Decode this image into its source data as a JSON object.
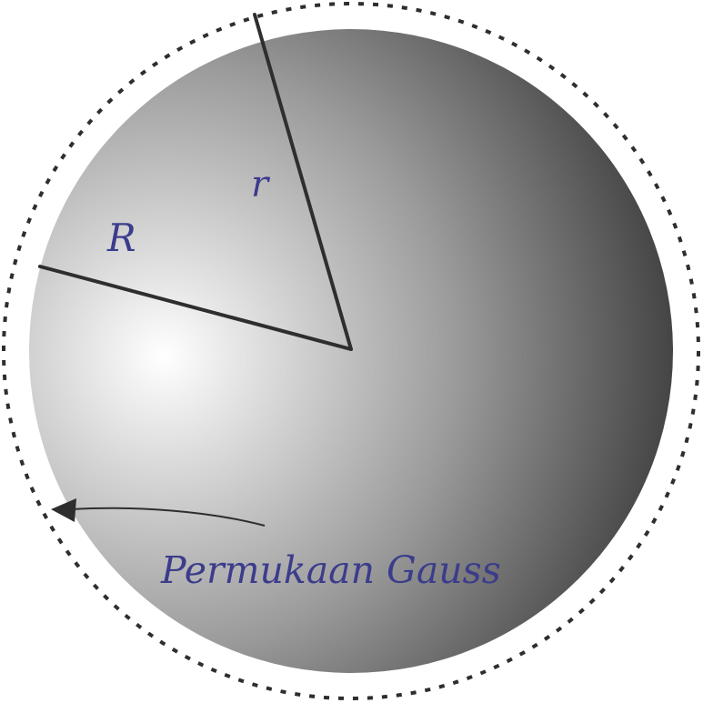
{
  "labels": {
    "inner_radius": "R",
    "outer_radius": "r",
    "surface": "Permukaan Gauss"
  },
  "colors": {
    "label": "#3c3c8c",
    "line": "#2e2e2e",
    "sphere_highlight": "#ffffff",
    "sphere_mid": "#9a9a9a",
    "sphere_shadow": "#3a3a3a"
  }
}
